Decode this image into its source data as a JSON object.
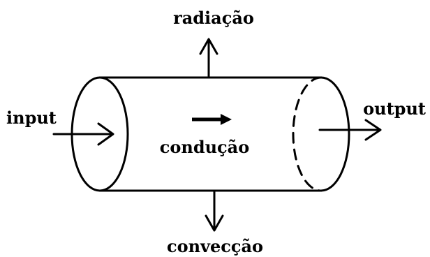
{
  "labels": {
    "top": "radiação",
    "left": "input",
    "right": "output",
    "center": "condução",
    "bottom": "convecção"
  },
  "colors": {
    "ink": "#000000",
    "background": "#ffffff"
  }
}
